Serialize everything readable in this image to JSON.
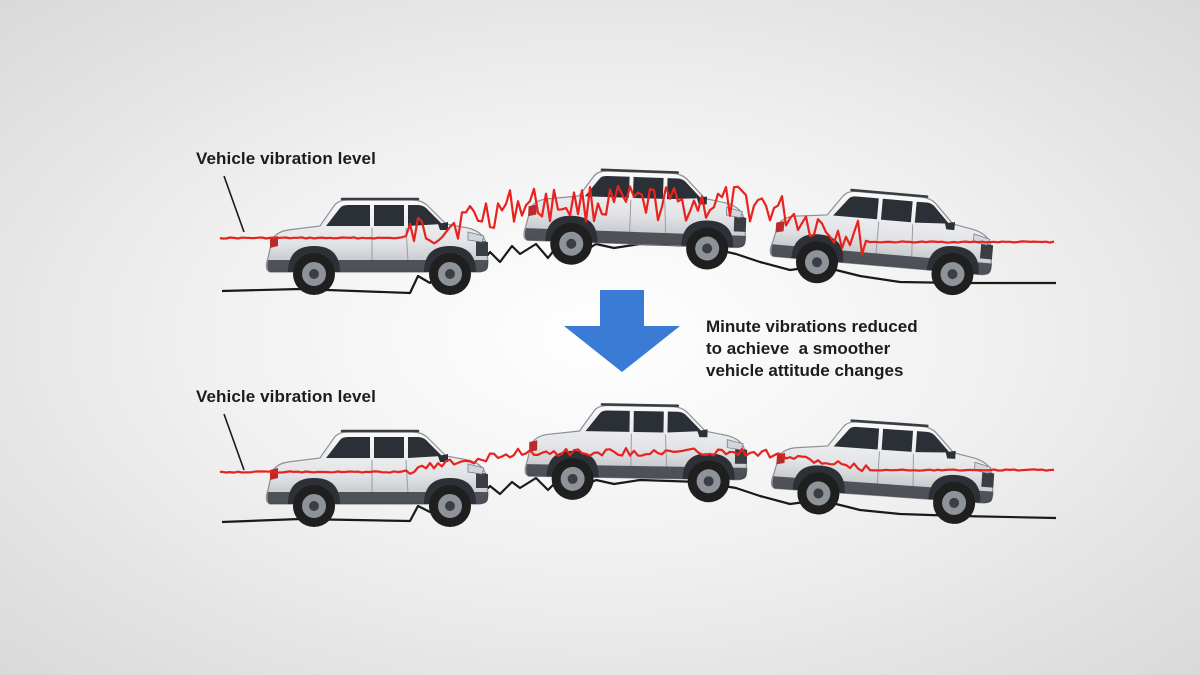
{
  "diagram": {
    "top_panel": {
      "label": "Vehicle vibration level",
      "vibration_amplitude": "high"
    },
    "bottom_panel": {
      "label": "Vehicle vibration level",
      "vibration_amplitude": "low"
    },
    "caption_lines": [
      "Minute vibrations reduced",
      "to achieve  a smoother",
      "vehicle attitude changes"
    ],
    "colors": {
      "vibration_line": "#e8231f",
      "arrow": "#3a7bd5",
      "ground": "#1a1a1a",
      "vehicle_body": "#e9e9ec",
      "vehicle_glass": "#2b2f36",
      "tire": "#222222"
    }
  }
}
